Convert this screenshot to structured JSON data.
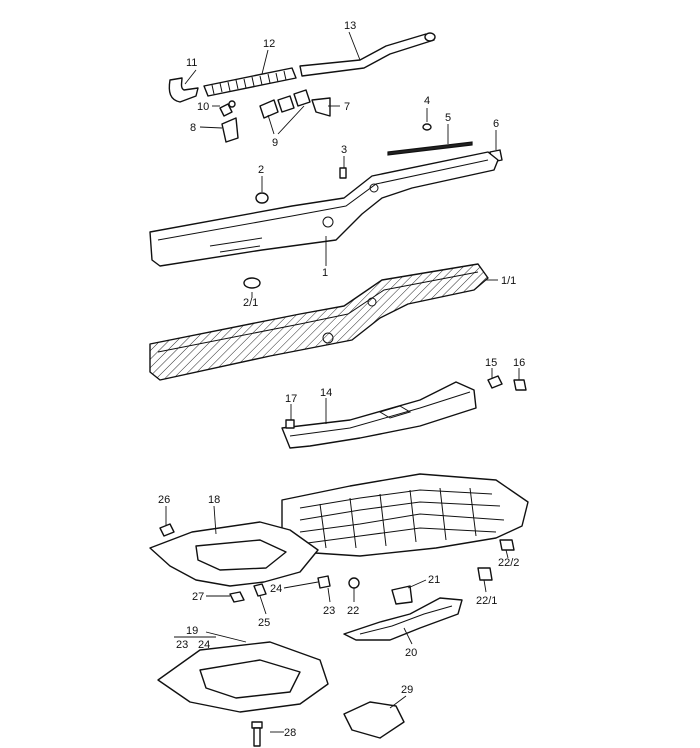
{
  "labels": {
    "l1": "1",
    "l1_1": "1/1",
    "l2": "2",
    "l2_1": "2/1",
    "l3": "3",
    "l4": "4",
    "l5": "5",
    "l6": "6",
    "l7": "7",
    "l8": "8",
    "l9": "9",
    "l10": "10",
    "l11": "11",
    "l12": "12",
    "l13": "13",
    "l14": "14",
    "l15": "15",
    "l16": "16",
    "l17": "17",
    "l18": "18",
    "l19": "19",
    "l19_sub_a": "23",
    "l19_sub_b": "24",
    "l20": "20",
    "l21": "21",
    "l22": "22",
    "l22_1": "22/1",
    "l22_2": "22/2",
    "l23": "23",
    "l24": "24",
    "l25": "25",
    "l26": "26",
    "l27": "27",
    "l28": "28",
    "l29": "29"
  },
  "colors": {
    "line": "#111111",
    "background": "#ffffff"
  }
}
